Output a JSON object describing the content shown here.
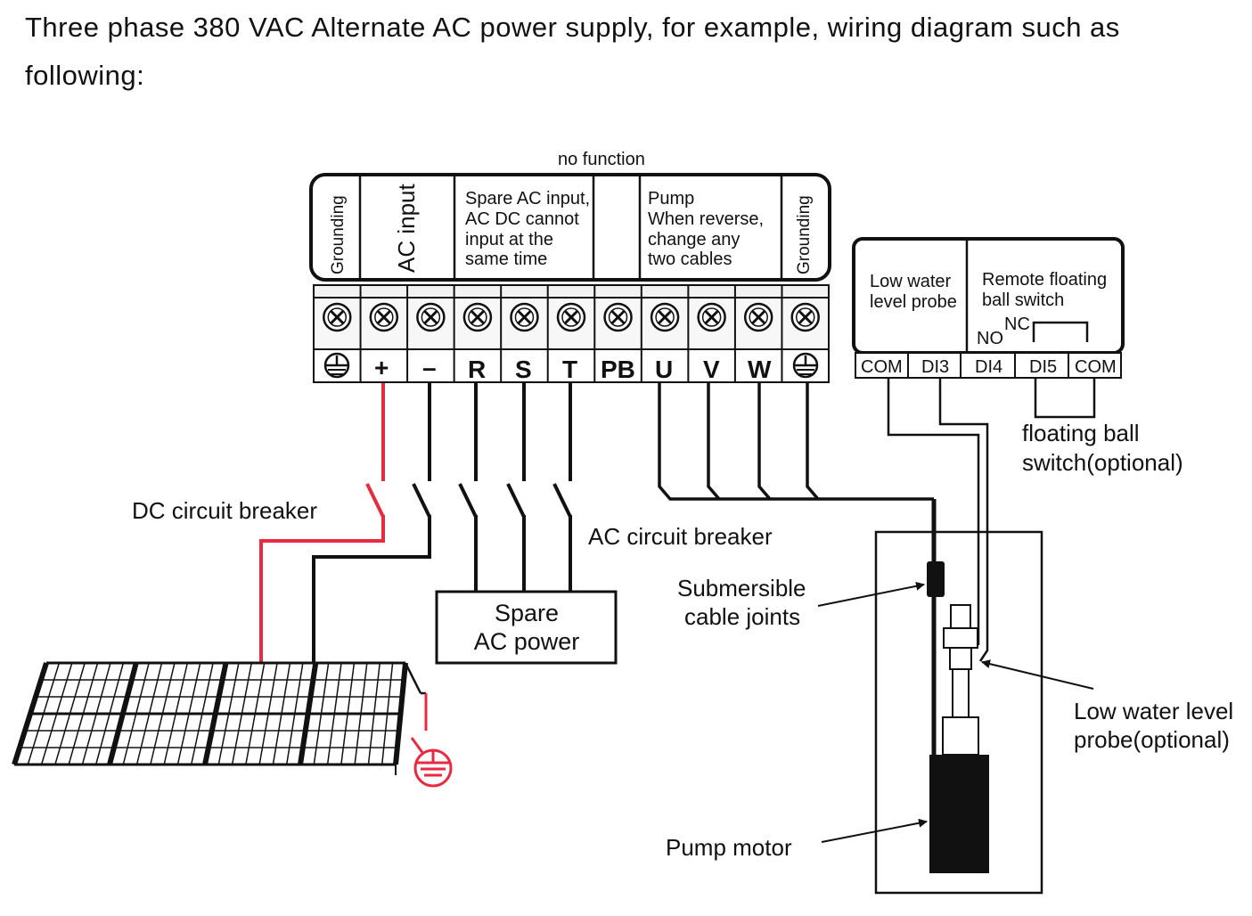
{
  "page": {
    "title": "Three phase 380 VAC Alternate AC power supply, for example, wiring diagram such as following:"
  },
  "terminal_block": {
    "top_note": "no function",
    "headers": {
      "grounding_left": "Grounding",
      "ac_input": "AC input",
      "spare_ac": [
        "Spare AC input,",
        "AC DC cannot",
        "input at the",
        "same time"
      ],
      "pump": [
        "Pump",
        "When reverse,",
        "change any",
        "two cables"
      ],
      "grounding_right": "Grounding"
    },
    "terminals": [
      "⏚",
      "+",
      "–",
      "R",
      "S",
      "T",
      "PB",
      "U",
      "V",
      "W",
      "⏚"
    ]
  },
  "io_block": {
    "low_water_header": [
      "Low water",
      "level probe"
    ],
    "remote_header": [
      "Remote floating",
      "ball switch"
    ],
    "contact_no": "NO",
    "contact_nc": "NC",
    "terminals": [
      "COM",
      "DI3",
      "DI4",
      "DI5",
      "COM"
    ]
  },
  "labels": {
    "dc_breaker": "DC circuit breaker",
    "ac_breaker": "AC circuit breaker",
    "spare_ac_power": [
      "Spare",
      "AC power"
    ],
    "cable_joints": [
      "Submersible",
      "cable joints"
    ],
    "floating_switch": [
      "floating ball",
      "switch(optional)"
    ],
    "low_level_probe": [
      "Low water level",
      "probe(optional)"
    ],
    "pump_motor": "Pump motor"
  },
  "colors": {
    "dc_positive": "#e8293f",
    "ground_symbol": "#e8293f",
    "wire": "#111111"
  }
}
